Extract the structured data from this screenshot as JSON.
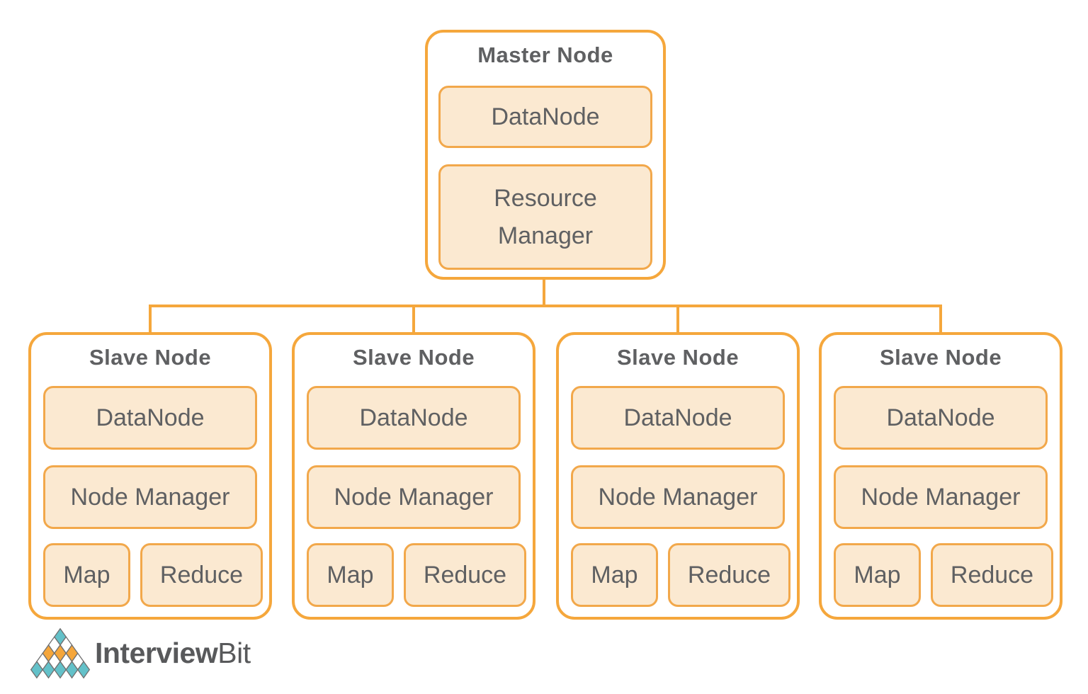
{
  "master": {
    "title": "Master Node",
    "components": [
      "DataNode",
      "Resource Manager"
    ]
  },
  "slaves": [
    {
      "title": "Slave Node",
      "datanode": "DataNode",
      "node_manager": "Node Manager",
      "map": "Map",
      "reduce": "Reduce"
    },
    {
      "title": "Slave Node",
      "datanode": "DataNode",
      "node_manager": "Node Manager",
      "map": "Map",
      "reduce": "Reduce"
    },
    {
      "title": "Slave Node",
      "datanode": "DataNode",
      "node_manager": "Node Manager",
      "map": "Map",
      "reduce": "Reduce"
    },
    {
      "title": "Slave Node",
      "datanode": "DataNode",
      "node_manager": "Node Manager",
      "map": "Map",
      "reduce": "Reduce"
    }
  ],
  "logo": {
    "text_bold": "Interview",
    "text_light": "Bit"
  },
  "colors": {
    "node-border": "#F5A73C",
    "inner-border": "#F2A84B",
    "inner-fill": "#FBE9D1",
    "connector": "#F5A73C",
    "text": "#5F6062",
    "logo-text": "#58595B",
    "logo-teal": "#63C1C9",
    "logo-orange": "#F5A63B",
    "diamond-stroke": "#707070"
  }
}
